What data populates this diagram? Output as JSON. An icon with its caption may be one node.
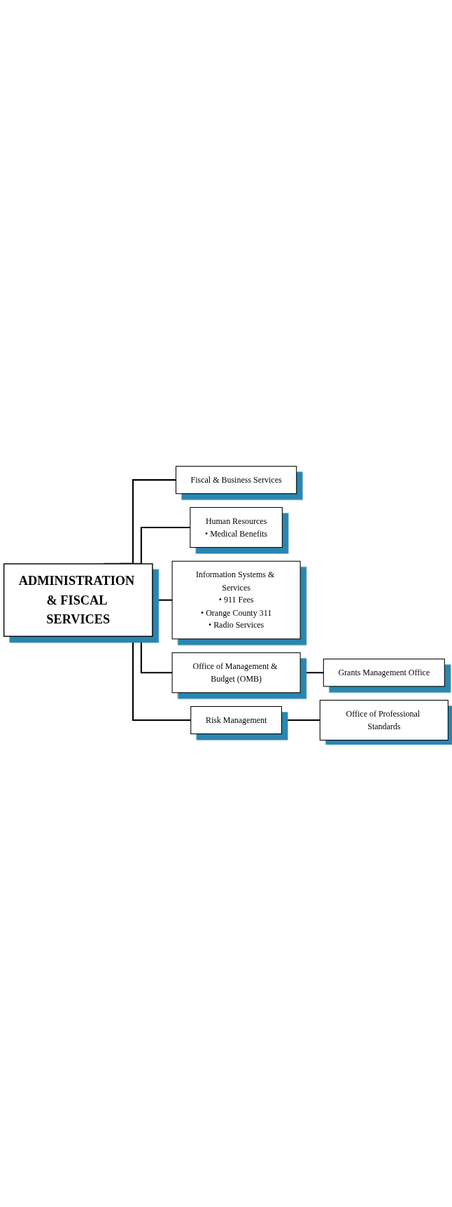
{
  "diagram": {
    "nodes": [
      {
        "text": [
          "ADMINISTRATION & FISCAL SERVICES"
        ]
      },
      {
        "text": [
          "Fiscal & Business Services"
        ]
      },
      {
        "text": [
          "Human Resources",
          "• Medical Benefits"
        ]
      },
      {
        "text": [
          "Information Systems & Services",
          "• 911 Fees",
          "• Orange County 311",
          "• Radio Services"
        ]
      },
      {
        "text": [
          "Office of Management & Budget (OMB)"
        ]
      },
      {
        "text": [
          "Grants Management Office"
        ]
      },
      {
        "text": [
          "Risk Management"
        ]
      },
      {
        "text": [
          "Office of Professional Standards"
        ]
      }
    ],
    "edges": [
      {
        "from": 0,
        "to": 1,
        "arrow": "none"
      },
      {
        "from": 0,
        "to": 2,
        "arrow": "none"
      },
      {
        "from": 0,
        "to": 3,
        "arrow": "none"
      },
      {
        "from": 0,
        "to": 4,
        "arrow": "none"
      },
      {
        "from": 4,
        "to": 5,
        "arrow": "none"
      },
      {
        "from": 0,
        "to": 6,
        "arrow": "none"
      },
      {
        "from": 6,
        "to": 7,
        "arrow": "none"
      }
    ]
  }
}
